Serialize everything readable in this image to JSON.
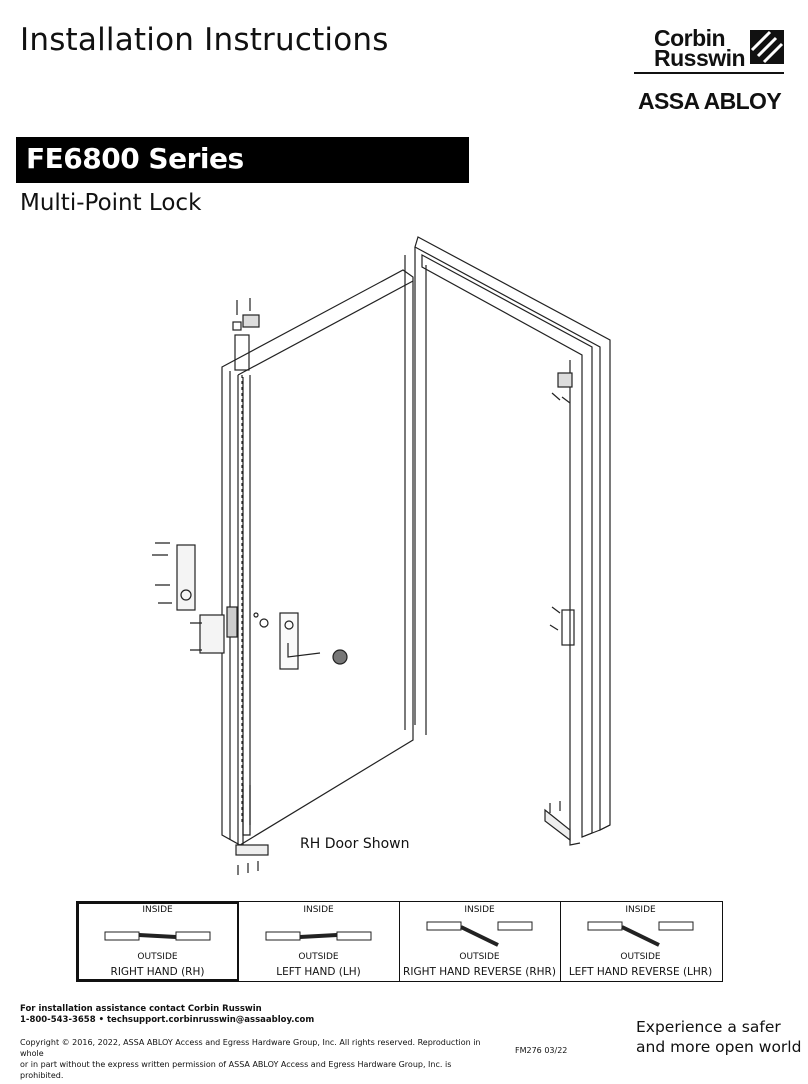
{
  "header": {
    "title": "Installation Instructions",
    "logo": {
      "line1": "Corbin",
      "line2": "Russwin",
      "parent": "ASSA ABLOY"
    }
  },
  "product": {
    "series": "FE6800 Series",
    "subtitle": "Multi-Point Lock"
  },
  "illustration": {
    "caption": "RH Door Shown"
  },
  "handing": [
    {
      "inside": "INSIDE",
      "outside": "OUTSIDE",
      "name": "RIGHT HAND (RH)",
      "selected": true
    },
    {
      "inside": "INSIDE",
      "outside": "OUTSIDE",
      "name": "LEFT HAND (LH)",
      "selected": false
    },
    {
      "inside": "INSIDE",
      "outside": "OUTSIDE",
      "name": "RIGHT HAND REVERSE (RHR)",
      "selected": false
    },
    {
      "inside": "INSIDE",
      "outside": "OUTSIDE",
      "name": "LEFT HAND REVERSE (LHR)",
      "selected": false
    }
  ],
  "footer": {
    "assist_line1": "For installation assistance contact Corbin Russwin",
    "assist_line2": "1-800-543-3658 • techsupport.corbinrusswin@assaabloy.com",
    "copyright_line1": "Copyright © 2016, 2022, ASSA ABLOY Access and Egress Hardware Group, Inc. All rights reserved. Reproduction in whole",
    "copyright_line2": "or in part without the express written permission of ASSA ABLOY Access and Egress Hardware Group, Inc. is prohibited.",
    "form_number": "FM276  03/22",
    "tagline1": "Experience a safer",
    "tagline2": "and more open world"
  }
}
